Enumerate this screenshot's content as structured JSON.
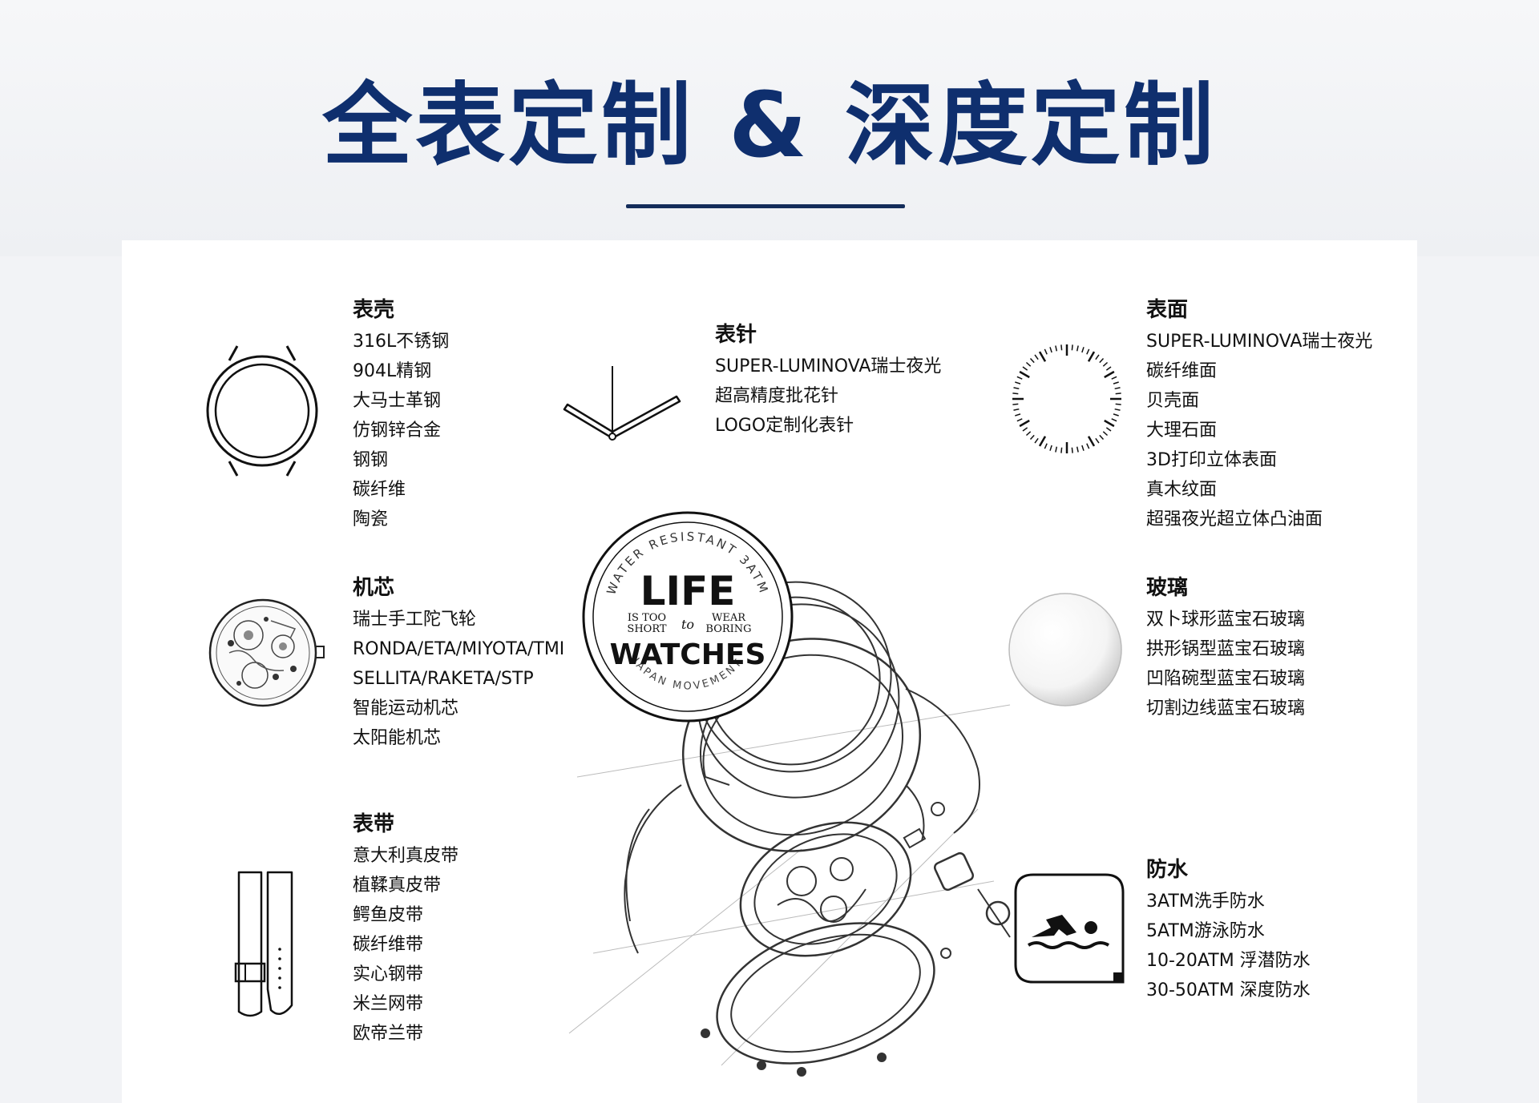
{
  "header": {
    "title": "全表定制 & 深度定制"
  },
  "sections": {
    "case": {
      "title": "表壳",
      "items": [
        "316L不锈钢",
        "904L精钢",
        "大马士革钢",
        "仿钢锌合金",
        "钢钢",
        "碳纤维",
        "陶瓷"
      ]
    },
    "hands": {
      "title": "表针",
      "items": [
        "SUPER-LUMINOVA瑞士夜光",
        "超高精度批花针",
        "LOGO定制化表针"
      ]
    },
    "dial": {
      "title": "表面",
      "items": [
        "SUPER-LUMINOVA瑞士夜光",
        "碳纤维面",
        "贝壳面",
        "大理石面",
        "3D打印立体表面",
        "真木纹面",
        "超强夜光超立体凸油面"
      ]
    },
    "movement": {
      "title": "机芯",
      "items": [
        "瑞士手工陀飞轮",
        "RONDA/ETA/MIYOTA/TMI",
        "SELLITA/RAKETA/STP",
        "智能运动机芯",
        "太阳能机芯"
      ]
    },
    "glass": {
      "title": "玻璃",
      "items": [
        "双卜球形蓝宝石玻璃",
        "拱形锅型蓝宝石玻璃",
        "凹陷碗型蓝宝石玻璃",
        "切割边线蓝宝石玻璃"
      ]
    },
    "strap": {
      "title": "表带",
      "items": [
        "意大利真皮带",
        "植鞣真皮带",
        "鳄鱼皮带",
        "碳纤维带",
        "实心钢带",
        "米兰网带",
        "欧帝兰带"
      ]
    },
    "water": {
      "title": "防水",
      "items": [
        "3ATM洗手防水",
        "5ATM游泳防水",
        "10-20ATM 浮潜防水",
        "30-50ATM 深度防水"
      ]
    }
  },
  "caseback": {
    "ring_top": "WATER RESISTANT 3ATM",
    "ring_bottom": "JAPAN MOVEMENT",
    "life": "LIFE",
    "is_too": "IS TOO",
    "short": "SHORT",
    "to": "to",
    "wear": "WEAR",
    "boring": "BORING",
    "watches": "WATCHES"
  },
  "icons": {
    "case": "watch-case-icon",
    "hands": "watch-hands-icon",
    "dial": "dial-icon",
    "movement": "movement-icon",
    "glass": "glass-crystal-icon",
    "strap": "strap-icon",
    "water": "swimmer-icon"
  },
  "colors": {
    "title": "#0f2f6e",
    "rule": "#142d5a",
    "card": "#ffffff",
    "background": "#f2f3f6",
    "ink": "#111111"
  }
}
